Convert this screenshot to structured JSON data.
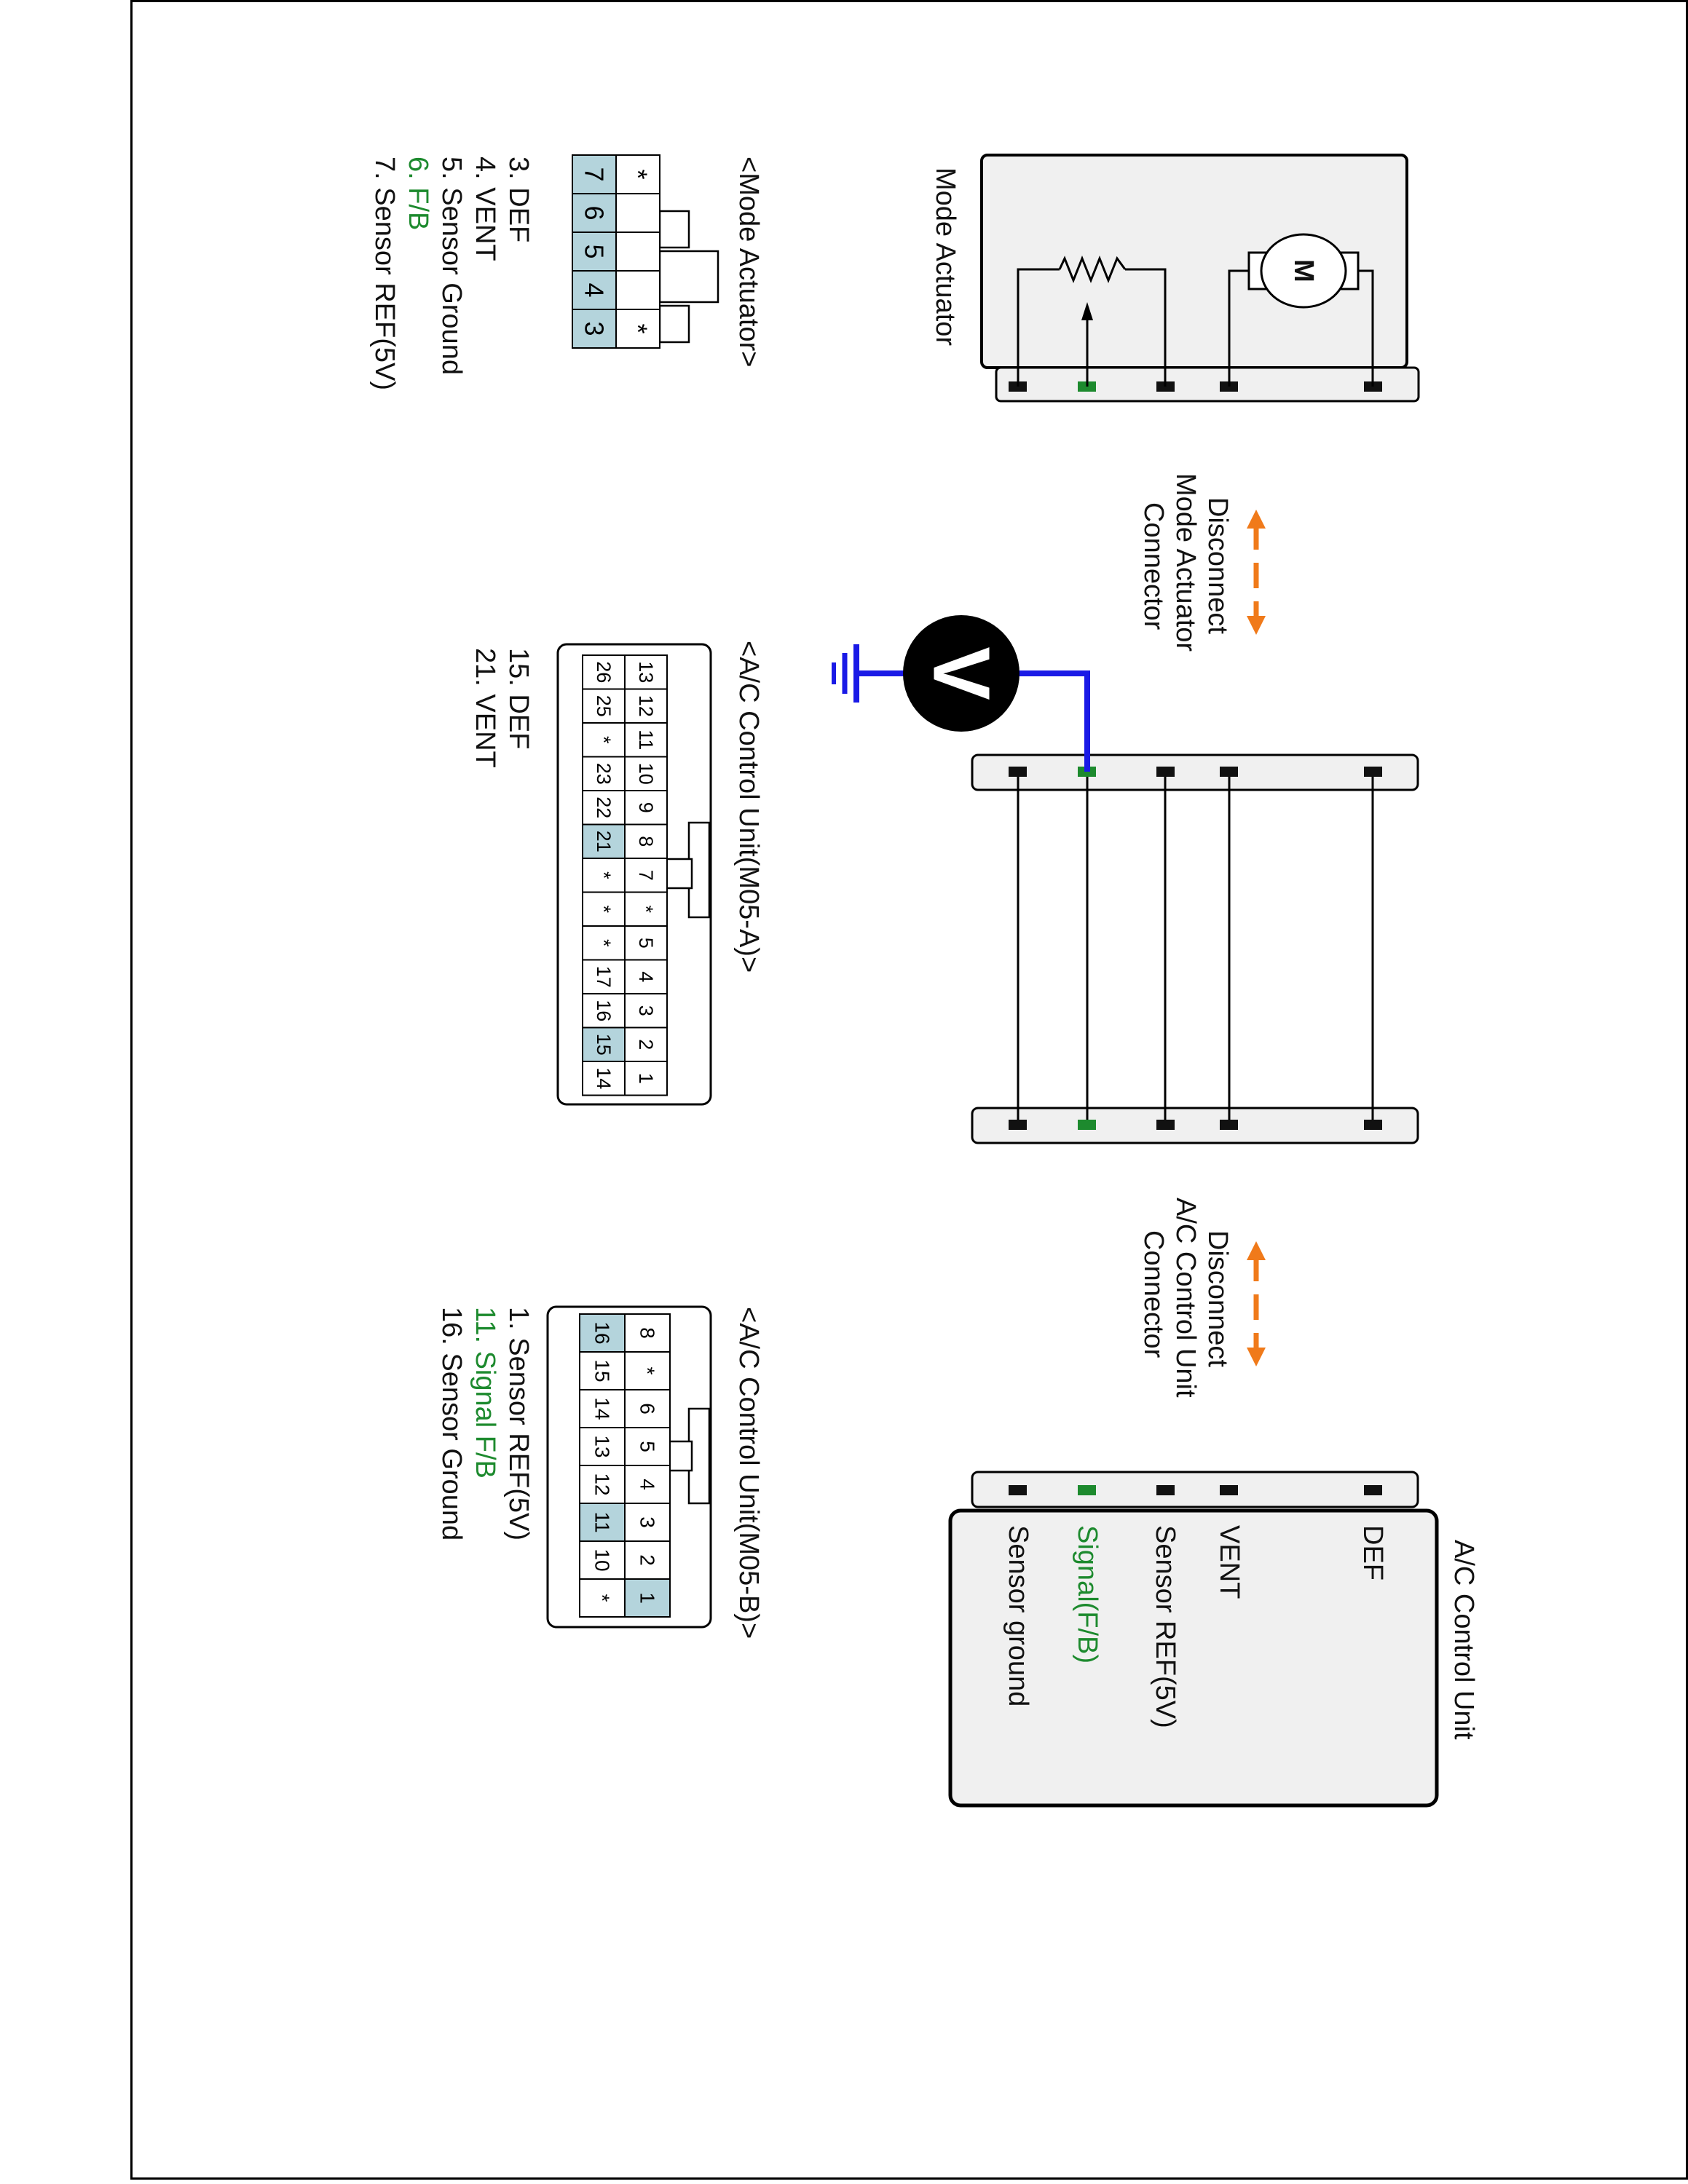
{
  "colors": {
    "highlight": "#b4d4dc",
    "signal": "#1d8a2e",
    "probe_wire": "#1a1ae6",
    "arrow": "#f07a1a",
    "box": "#f0f0f0"
  },
  "mode_actuator": {
    "title": "Mode Actuator",
    "motor_label": "M",
    "connector_title": "<Mode Actuator>",
    "connector_row1": [
      "*",
      "",
      "",
      "",
      "*"
    ],
    "connector_row2": [
      "7",
      "6",
      "5",
      "4",
      "3"
    ],
    "legend": [
      "3. DEF",
      "4. VENT",
      "5. Sensor Ground"
    ],
    "legend_green": "6. F/B",
    "legend_last": "7. Sensor REF(5V)"
  },
  "disconnect_mode": [
    "Disconnect",
    "Mode Actuator",
    "Connector"
  ],
  "disconnect_ac": [
    "Disconnect",
    "A/C Control Unit",
    "Connector"
  ],
  "voltmeter_label": "V",
  "m05a": {
    "title": "<A/C Control Unit(M05-A)>",
    "row1": [
      "13",
      "12",
      "11",
      "10",
      "9",
      "8",
      "7",
      "*",
      "5",
      "4",
      "3",
      "2",
      "1"
    ],
    "row2": [
      "26",
      "25",
      "*",
      "23",
      "22",
      "21",
      "*",
      "*",
      "*",
      "17",
      "16",
      "15",
      "14"
    ],
    "legend": [
      "15. DEF",
      "21. VENT"
    ]
  },
  "m05b": {
    "title": "<A/C Control Unit(M05-B)>",
    "row1": [
      "8",
      "*",
      "6",
      "5",
      "4",
      "3",
      "2",
      "1"
    ],
    "row2": [
      "16",
      "15",
      "14",
      "13",
      "12",
      "11",
      "10",
      "*"
    ],
    "legend_1": "1. Sensor REF(5V)",
    "legend_green": "11. Signal F/B",
    "legend_3": "16. Sensor Ground"
  },
  "ac_unit": {
    "title": "A/C Control Unit",
    "pins": [
      "DEF",
      "VENT",
      "Sensor REF(5V)"
    ],
    "pin_green": "Signal(F/B)",
    "pin_last": "Sensor ground"
  }
}
